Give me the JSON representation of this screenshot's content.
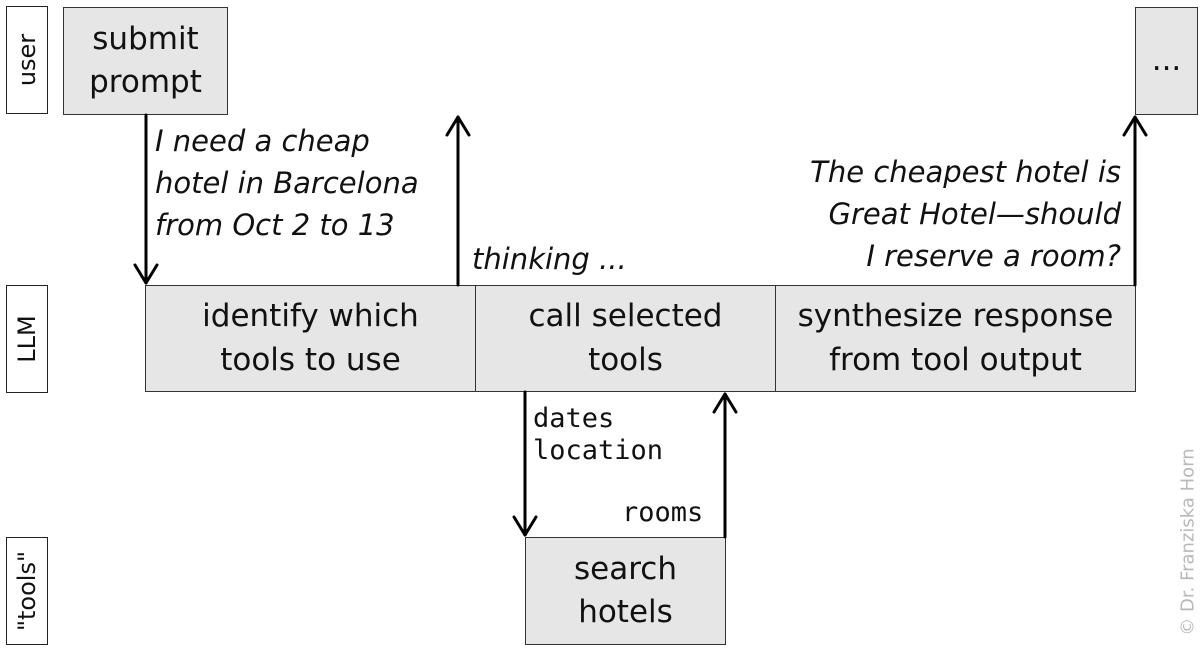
{
  "lanes": {
    "user": "user",
    "llm": "LLM",
    "tools": "\"tools\""
  },
  "boxes": {
    "submit_prompt": [
      "submit",
      "prompt"
    ],
    "ellipsis": "...",
    "identify_tools": [
      "identify which",
      "tools to use"
    ],
    "call_tools": [
      "call selected",
      "tools"
    ],
    "synthesize": [
      "synthesize response",
      "from tool output"
    ],
    "search_hotels": [
      "search",
      "hotels"
    ]
  },
  "notes": {
    "prompt_text": [
      "I need a cheap",
      "hotel in Barcelona",
      "from Oct 2 to 13"
    ],
    "thinking": "thinking ...",
    "response_text": [
      "The cheapest hotel is",
      "Great Hotel—should",
      "I reserve a room?"
    ]
  },
  "tool_io": {
    "inputs": [
      "dates",
      "location"
    ],
    "output": "rooms"
  },
  "copyright": "© Dr. Franziska Horn"
}
